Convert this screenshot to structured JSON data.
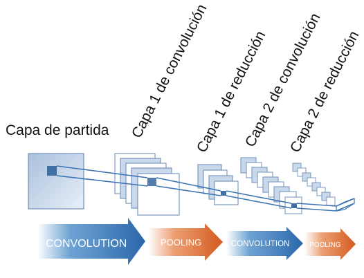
{
  "labels": {
    "input_layer": "Capa de partida",
    "conv_layer_1": "Capa 1 de convolución",
    "pool_layer_1": "Capa 1 de reducción",
    "conv_layer_2": "Capa 2 de convolución",
    "pool_layer_2": "Capa 2 de reducción"
  },
  "stages": [
    {
      "label": "CONVOLUTION",
      "color": "#2e6fb0"
    },
    {
      "label": "POOLING",
      "color": "#d9652a"
    },
    {
      "label": "CONVOLUTION",
      "color": "#2e6fb0"
    },
    {
      "label": "POOLING",
      "color": "#d9652a"
    }
  ],
  "colors": {
    "map_fill_dark": "#9fb8d6",
    "map_fill_light": "#eef3f9",
    "map_stroke": "#6f90b8",
    "kernel": "#3f6fa5",
    "connector": "#3d74b4"
  }
}
